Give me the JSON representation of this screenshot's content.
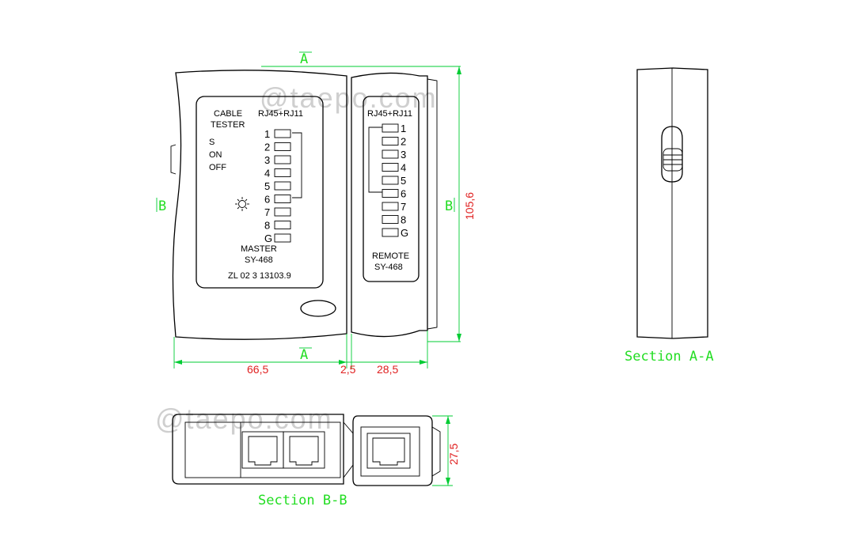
{
  "watermark": "@taepo.com",
  "section_marks": {
    "a": "A",
    "b": "B"
  },
  "section_titles": {
    "aa": "Section A-A",
    "bb": "Section B-B"
  },
  "master": {
    "title_line1": "CABLE",
    "title_line2": "TESTER",
    "switch_labels": [
      "S",
      "ON",
      "OFF"
    ],
    "port_label": "RJ45+RJ11",
    "leds": [
      "1",
      "2",
      "3",
      "4",
      "5",
      "6",
      "7",
      "8",
      "G"
    ],
    "name": "MASTER",
    "model": "SY-468",
    "serial": "ZL 02 3 13103.9"
  },
  "remote": {
    "port_label": "RJ45+RJ11",
    "leds": [
      "1",
      "2",
      "3",
      "4",
      "5",
      "6",
      "7",
      "8",
      "G"
    ],
    "name": "REMOTE",
    "model": "SY-468"
  },
  "dimensions": {
    "master_width": "66,5",
    "gap": "2,5",
    "remote_width": "28,5",
    "height": "105,6",
    "thickness": "27,5"
  }
}
